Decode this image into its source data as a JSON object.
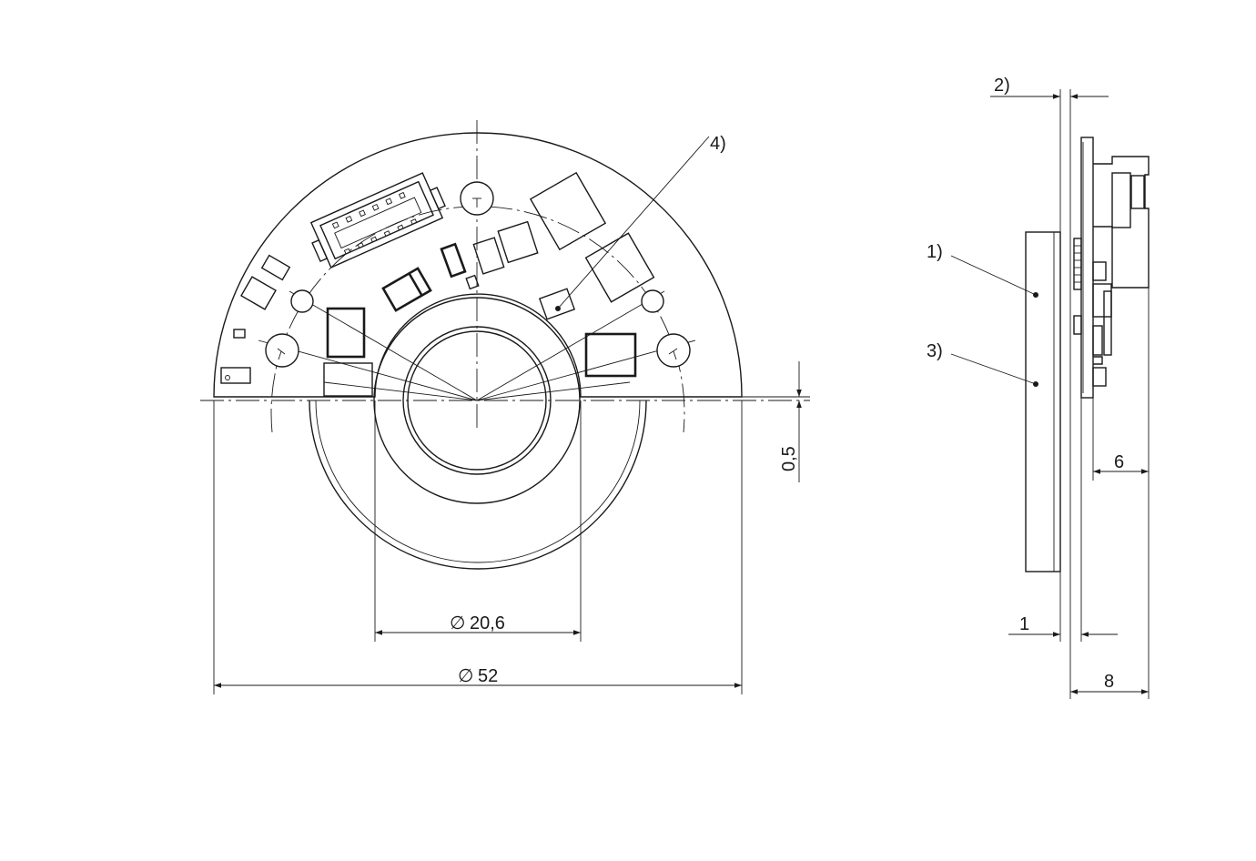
{
  "dimensions": {
    "inner_diameter": "20,6",
    "outer_diameter": "52",
    "offset": "0,5",
    "thickness_gap": "1",
    "depth_electronics": "6",
    "depth_total": "8"
  },
  "callouts": {
    "c1": "1)",
    "c2": "2)",
    "c3": "3)",
    "c4": "4)"
  },
  "symbols": {
    "diameter": "∅"
  }
}
